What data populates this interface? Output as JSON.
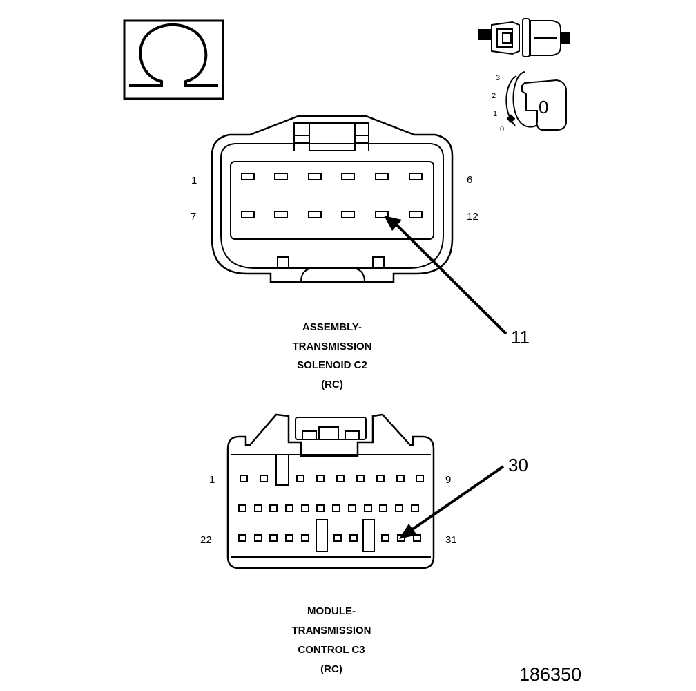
{
  "symbol": {
    "glyph": "Ω",
    "icon": "ohm-symbol-icon"
  },
  "probe": {
    "icon": "connector-probe-icon"
  },
  "selector_knob": {
    "icon": "selector-knob-icon",
    "scale": [
      "3",
      "2",
      "1",
      "0"
    ],
    "setting": "0"
  },
  "connector_c2": {
    "pin_labels": {
      "top_left": "1",
      "top_right": "6",
      "bottom_left": "7",
      "bottom_right": "12"
    },
    "callout": "11",
    "caption": [
      "ASSEMBLY-",
      "TRANSMISSION",
      "SOLENOID C2",
      "(RC)"
    ]
  },
  "connector_c3": {
    "pin_labels": {
      "top_left": "1",
      "top_right": "9",
      "bottom_left": "22",
      "bottom_right": "31"
    },
    "callout": "30",
    "caption": [
      "MODULE-",
      "TRANSMISSION",
      "CONTROL C3",
      "(RC)"
    ]
  },
  "figure_id": "186350"
}
